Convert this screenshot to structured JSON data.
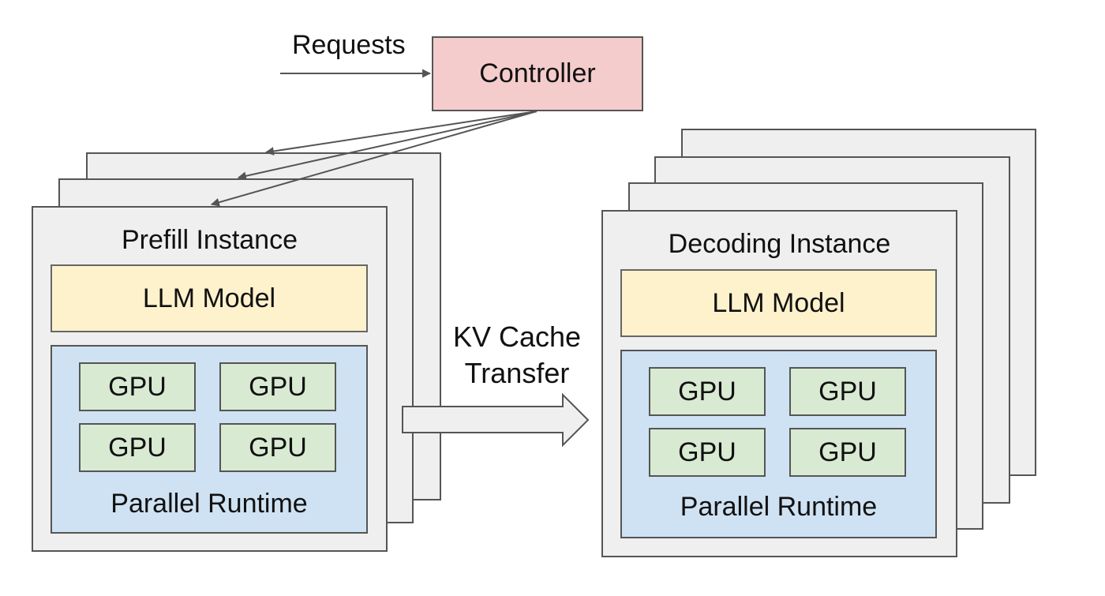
{
  "requests_label": "Requests",
  "controller_label": "Controller",
  "transfer": {
    "line1": "KV Cache",
    "line2": "Transfer"
  },
  "prefill": {
    "title": "Prefill Instance",
    "model": "LLM Model",
    "gpus": [
      "GPU",
      "GPU",
      "GPU",
      "GPU"
    ],
    "runtime": "Parallel Runtime"
  },
  "decoding": {
    "title": "Decoding Instance",
    "model": "LLM Model",
    "gpus": [
      "GPU",
      "GPU",
      "GPU",
      "GPU"
    ],
    "runtime": "Parallel Runtime"
  },
  "colors": {
    "controller": "#f4cccc",
    "model": "#fef2cc",
    "runtime": "#cfe2f3",
    "gpu": "#d9ead3",
    "instance": "#efefef"
  }
}
